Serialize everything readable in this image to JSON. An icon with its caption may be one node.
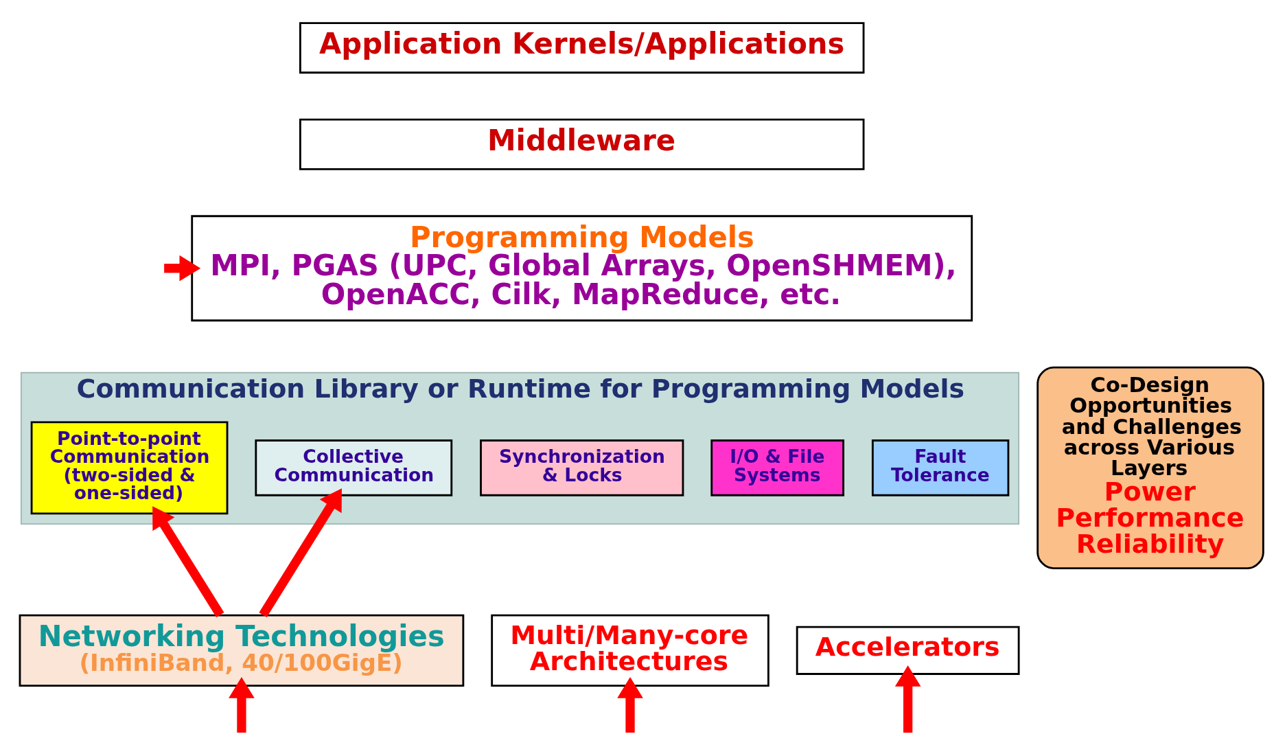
{
  "diagram": {
    "nodes": [
      {
        "text": [
          "Application Kernels/Applications"
        ]
      },
      {
        "text": [
          "Middleware"
        ]
      },
      {
        "text": [
          "Programming Models",
          "MPI, PGAS (UPC, Global Arrays, OpenSHMEM), OpenACC, Cilk, MapReduce, etc."
        ]
      },
      {
        "text": [
          "Communication Library or Runtime for Programming Models"
        ]
      },
      {
        "text": [
          "Point-to-point Communication (two-sided & one-sided)"
        ],
        "in": 3
      },
      {
        "text": [
          "Collective Communication"
        ],
        "in": 3
      },
      {
        "text": [
          "Synchronization & Locks"
        ],
        "in": 3
      },
      {
        "text": [
          "I/O & File Systems"
        ],
        "in": 3
      },
      {
        "text": [
          "Fault Tolerance"
        ],
        "in": 3
      },
      {
        "text": [
          "Networking Technologies",
          "(InfiniBand, 40/100GigE)"
        ]
      },
      {
        "text": [
          "Multi/Many-core Architectures"
        ]
      },
      {
        "text": [
          "Accelerators"
        ]
      },
      {
        "text": [
          "Co-Design Opportunities and Challenges across Various Layers",
          "Power",
          "Performance",
          "Reliability"
        ]
      }
    ],
    "edges": [
      {
        "from": null,
        "to": 2,
        "arrow": "to"
      },
      {
        "from": 9,
        "to": 4,
        "arrow": "to"
      },
      {
        "from": 9,
        "to": 5,
        "arrow": "to"
      },
      {
        "from": null,
        "to": 9,
        "arrow": "to"
      },
      {
        "from": null,
        "to": 10,
        "arrow": "to"
      },
      {
        "from": null,
        "to": 11,
        "arrow": "to"
      }
    ]
  }
}
